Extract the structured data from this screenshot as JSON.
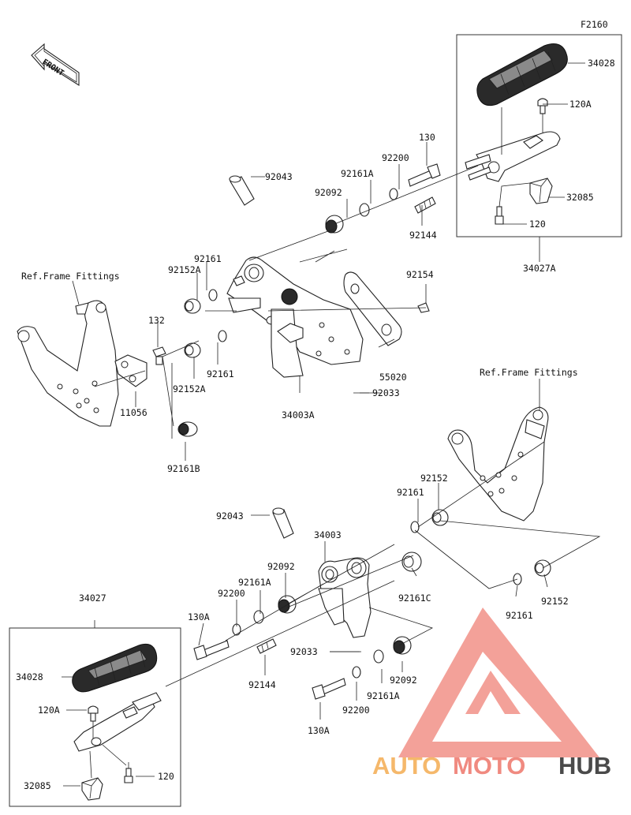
{
  "diagram": {
    "code": "F2160",
    "front_label": "FRONT",
    "ref_left": "Ref.Frame Fittings",
    "ref_right": "Ref.Frame Fittings",
    "parts": {
      "p34028_top": "34028",
      "p120A_top": "120A",
      "p32085_top": "32085",
      "p120_top": "120",
      "p34027A": "34027A",
      "p130_top": "130",
      "p92200_top": "92200",
      "p92161A_top": "92161A",
      "p92092_top": "92092",
      "p92144_top": "92144",
      "p92043_top": "92043",
      "p92161_upper": "92161",
      "p92152A_upper": "92152A",
      "p132": "132",
      "p92154": "92154",
      "p92161_lower": "92161",
      "p92152A_lower": "92152A",
      "p11056": "11056",
      "p55020": "55020",
      "p92033_top": "92033",
      "p34003A": "34003A",
      "p92161B": "92161B",
      "p92152_upper": "92152",
      "p92161_mid": "92161",
      "p92043_bot": "92043",
      "p34003": "34003",
      "p34027": "34027",
      "p92092_mid": "92092",
      "p92161A_mid": "92161A",
      "p92200_mid": "92200",
      "p130A_mid": "130A",
      "p92161C": "92161C",
      "p92152_lower": "92152",
      "p92161_lower_right": "92161",
      "p92033_bot": "92033",
      "p92144_bot": "92144",
      "p92092_bot": "92092",
      "p92161A_bot": "92161A",
      "p92200_bot": "92200",
      "p130A_bot": "130A",
      "p34028_bot": "34028",
      "p120A_bot": "120A",
      "p120_bot": "120",
      "p32085_bot": "32085"
    }
  },
  "watermark": {
    "auto": "AUTO",
    "moto": "MOTO",
    "hub": "HUB",
    "color_primary": "#f08a80",
    "color_secondary": "#f5b86b",
    "color_dark": "#4a4a4a"
  }
}
